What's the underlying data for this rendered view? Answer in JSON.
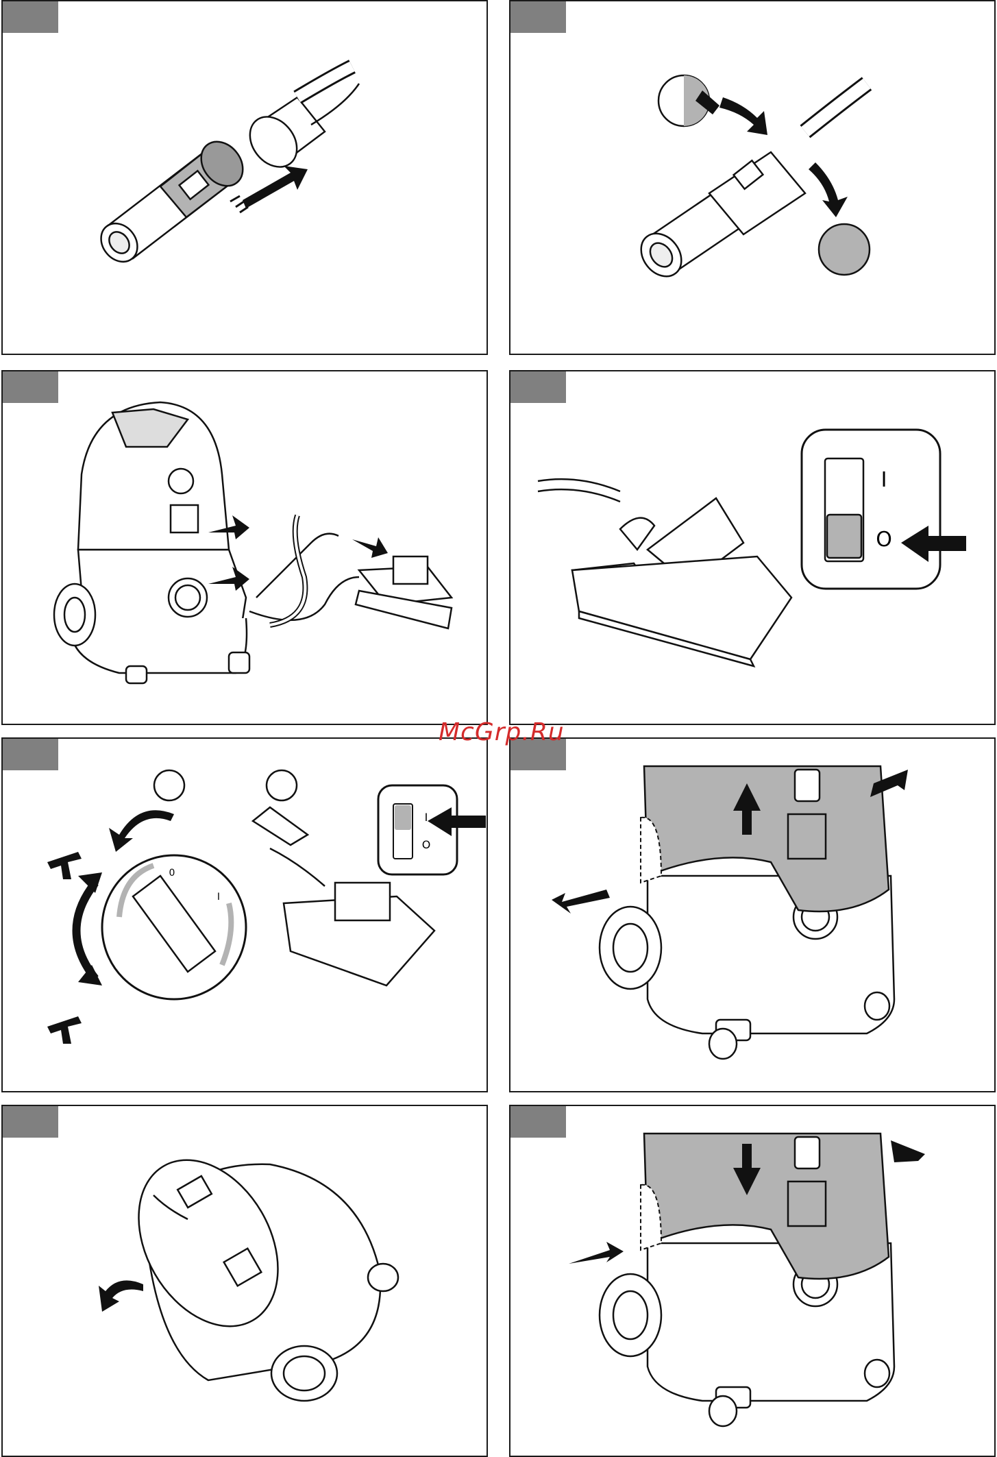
{
  "document": {
    "type": "instruction-illustrations",
    "panels": [
      {
        "id": "hose-connect",
        "icon": "hose-adapter-insert-icon"
      },
      {
        "id": "hose-rotate-lock",
        "icon": "hose-rotate-lock-icon"
      },
      {
        "id": "tool-connect",
        "icon": "vacuum-tool-connection-icon"
      },
      {
        "id": "tool-switch-off",
        "icon": "sander-switch-off-icon"
      },
      {
        "id": "suction-adjust",
        "icon": "suction-dial-icon"
      },
      {
        "id": "remove-head",
        "icon": "vacuum-head-remove-icon"
      },
      {
        "id": "tip-over-container",
        "icon": "container-empty-icon"
      },
      {
        "id": "attach-head",
        "icon": "vacuum-head-attach-icon"
      }
    ],
    "switch_labels": {
      "on": "I",
      "off": "O",
      "dial_off": "0",
      "dial_on": "I"
    }
  },
  "watermark": "McGrp.Ru",
  "colors": {
    "frame": "#1a1a1a",
    "tab": "#808080",
    "shade": "#b3b3b3",
    "watermark": "#d42b2b"
  }
}
